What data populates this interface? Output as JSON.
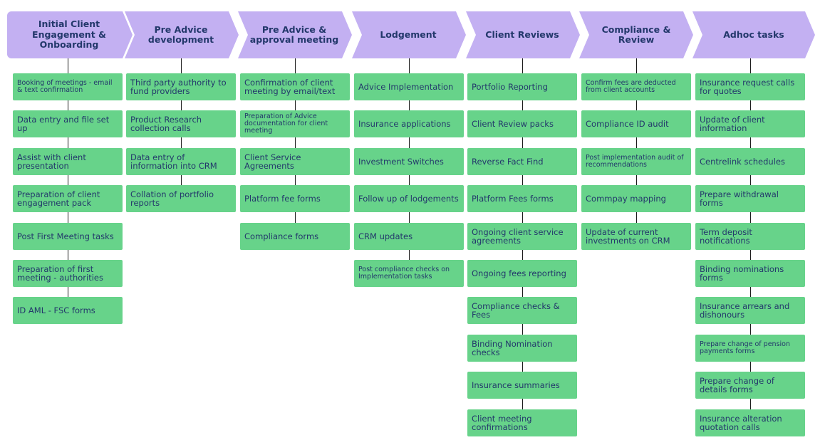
{
  "colors": {
    "stage_fill": "#c3b0f2",
    "stage_text": "#23386b",
    "task_fill": "#67d38a",
    "task_text": "#23386b",
    "connector": "#1b1b1b"
  },
  "stages": [
    {
      "title": "Initial Client Engagement & Onboarding",
      "tasks": [
        "Booking of meetings - email & text confirmation",
        "Data entry and file set up",
        "Assist with client presentation",
        "Preparation of client engagement pack",
        "Post First Meeting tasks",
        "Preparation of first meeting - authorities",
        "ID AML - FSC forms"
      ]
    },
    {
      "title": "Pre Advice development",
      "tasks": [
        "Third party authority to fund providers",
        "Product Research collection calls",
        "Data entry of information into CRM",
        "Collation of portfolio reports"
      ]
    },
    {
      "title": "Pre Advice & approval meeting",
      "tasks": [
        "Confirmation of client meeting by email/text",
        "Preparation of Advice documentation for client meeting",
        "Client Service Agreements",
        "Platform fee forms",
        "Compliance forms"
      ]
    },
    {
      "title": "Lodgement",
      "tasks": [
        "Advice Implementation",
        "Insurance applications",
        "Investment Switches",
        "Follow up of lodgements",
        "CRM updates",
        "Post compliance checks on Implementation tasks"
      ]
    },
    {
      "title": "Client Reviews",
      "tasks": [
        "Portfolio Reporting",
        "Client Review packs",
        "Reverse Fact Find",
        "Platform Fees forms",
        "Ongoing client service agreements",
        "Ongoing fees reporting",
        "Compliance checks & Fees",
        "Binding Nomination checks",
        "Insurance summaries",
        "Client meeting confirmations"
      ]
    },
    {
      "title": "Compliance & Review",
      "tasks": [
        "Confirm fees are deducted from client accounts",
        "Compliance ID audit",
        "Post implementation audit of recommendations",
        "Commpay mapping",
        "Update of current investments on CRM"
      ]
    },
    {
      "title": "Adhoc tasks",
      "tasks": [
        "Insurance request calls for quotes",
        "Update of client information",
        "Centrelink schedules",
        "Prepare withdrawal forms",
        "Term deposit notifications",
        "Binding nominations forms",
        "Insurance arrears and dishonours",
        "Prepare change of pension payments forms",
        "Prepare change of details forms",
        "Insurance alteration quotation calls"
      ]
    }
  ]
}
